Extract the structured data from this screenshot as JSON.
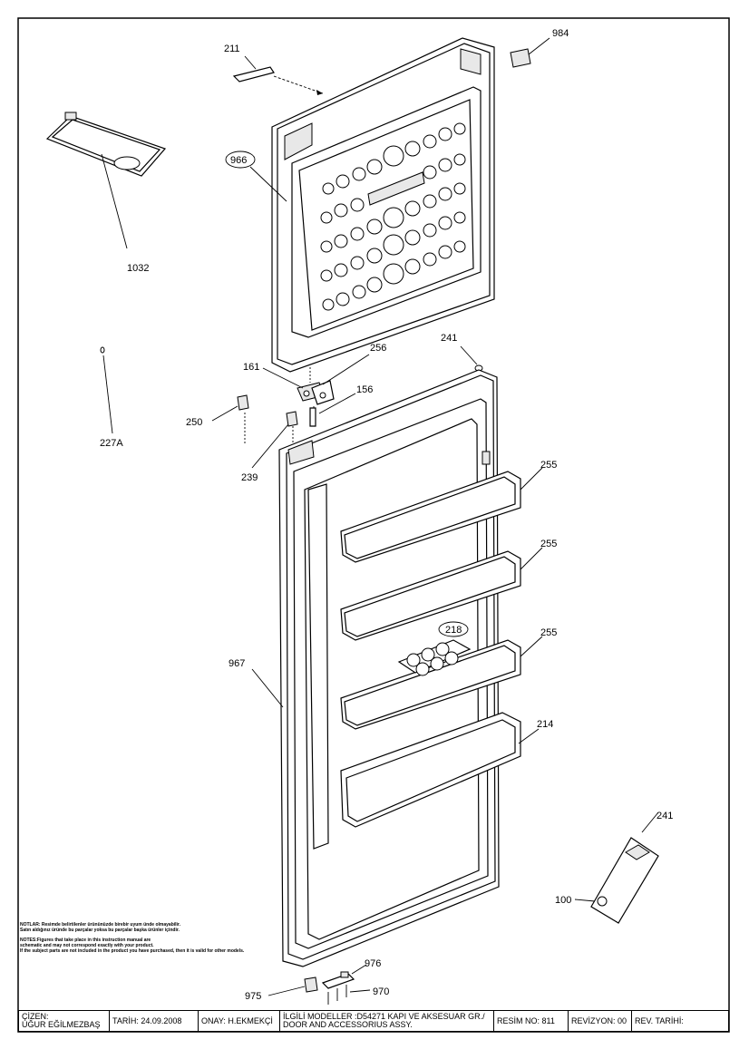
{
  "callouts": {
    "c211": "211",
    "c984": "984",
    "c966": "966",
    "c1032": "1032",
    "c241a": "241",
    "c256": "256",
    "c161": "161",
    "c156": "156",
    "c250": "250",
    "c227a": "227A",
    "c239": "239",
    "c255a": "255",
    "c255b": "255",
    "c218": "218",
    "c255c": "255",
    "c967": "967",
    "c214": "214",
    "c241b": "241",
    "c100": "100",
    "c976": "976",
    "c975": "975",
    "c970": "970"
  },
  "notes": {
    "tr1": "NOTLAR: Resimde belirtilenler ürününüzde birebir uyum ünde olmayabilir.",
    "tr2": "Satın aldığınız üründe bu parçalar yoksa bu parçalar başka ürünler içindir.",
    "en1": "NOTES:Figures that take place in this instruction manual are",
    "en2": "schematic and may not correspond exactly with your product.",
    "en3": "If the subject parts are not included in the product you have purchased, then it is valid for other models."
  },
  "title_block": {
    "drawn_label": "ÇİZEN:",
    "drawn_by": "UĞUR EĞİLMEZBAŞ",
    "date": "TARİH: 24.09.2008",
    "approved": "ONAY: H.EKMEKÇİ",
    "models_line1": "İLGİLİ MODELLER :D54271 KAPI VE AKSESUAR GR./",
    "models_line2": "DOOR AND ACCESSORIUS ASSY.",
    "drawing_no": "RESİM NO: 811",
    "revision": "REVİZYON: 00",
    "rev_date": "REV. TARİHİ:"
  }
}
